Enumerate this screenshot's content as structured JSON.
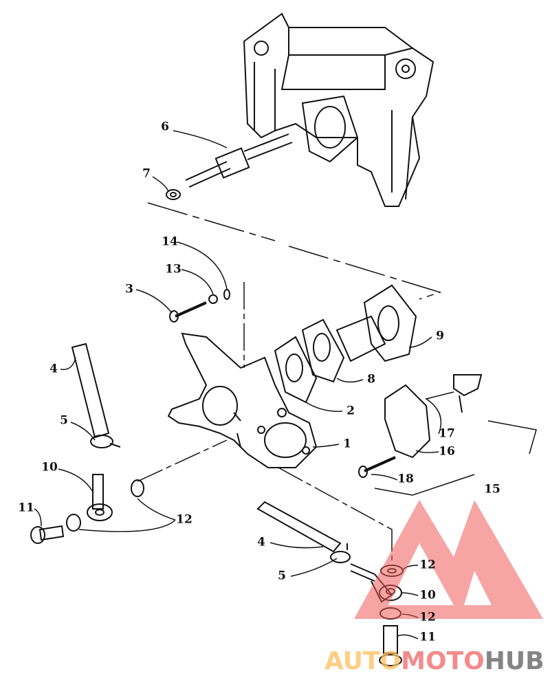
{
  "diagram": {
    "callouts": [
      "6",
      "7",
      "14",
      "13",
      "3",
      "4",
      "9",
      "8",
      "2",
      "1",
      "5",
      "10",
      "17",
      "16",
      "18",
      "15",
      "11",
      "12",
      "4",
      "5",
      "12",
      "10",
      "12",
      "11"
    ]
  },
  "watermark": {
    "part1": "AUTO",
    "part2": "MOTO",
    "part3": "HUB",
    "colors": {
      "auto": "#f8b650",
      "moto": "#ee5a5a",
      "hub": "#6e6e6e"
    }
  }
}
